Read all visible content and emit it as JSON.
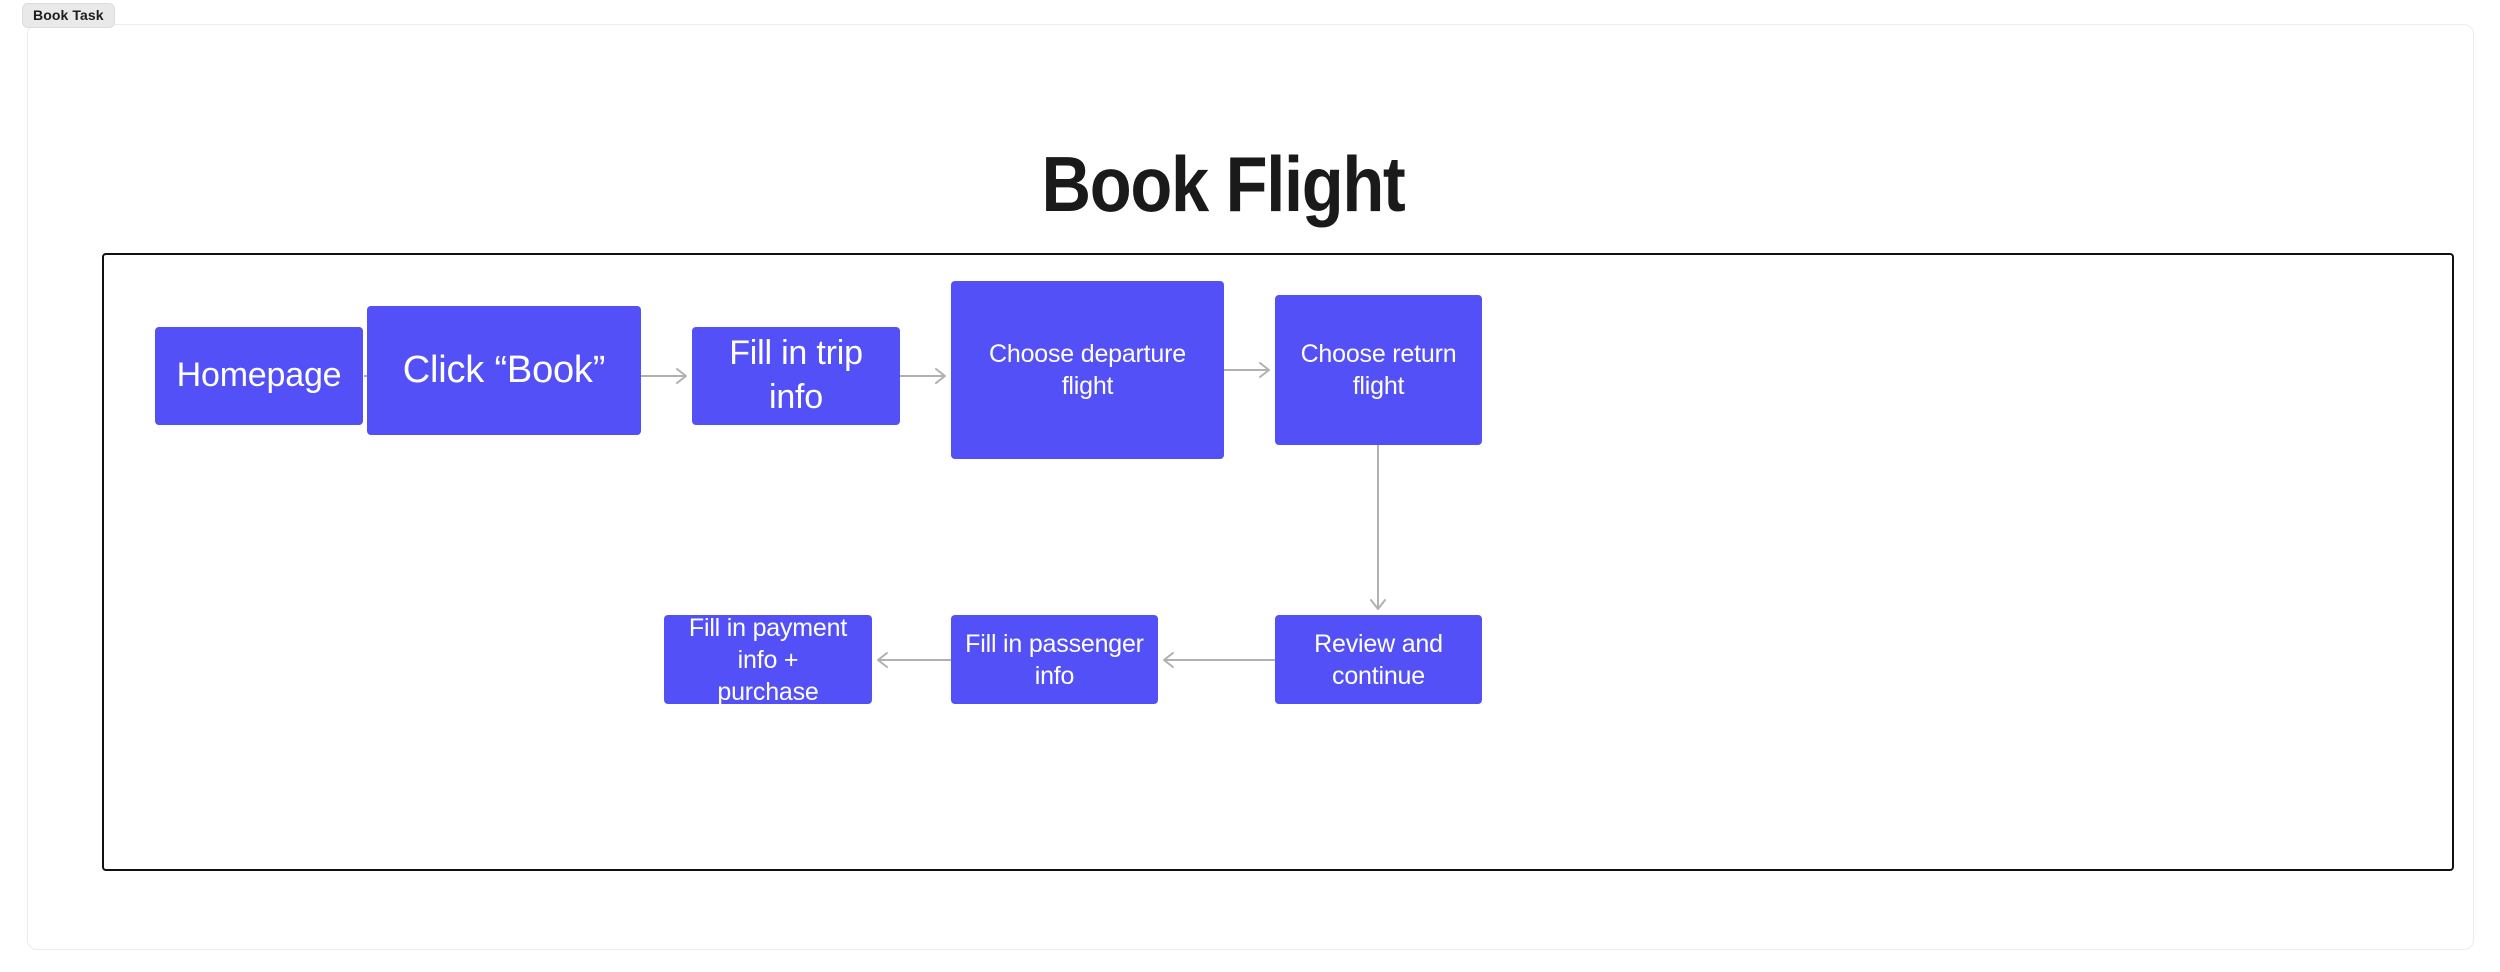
{
  "window": {
    "tab_label": "Book Task"
  },
  "diagram": {
    "title": "Book Flight",
    "accent_color": "#5350f7",
    "edge_color": "#b1b1b1",
    "canvas_border_color": "#111111",
    "node_text_color": "#ffffff",
    "nodes": [
      {
        "id": "homepage",
        "label": "Homepage"
      },
      {
        "id": "click-book",
        "label": "Click “Book”"
      },
      {
        "id": "trip-info",
        "label": "Fill in trip info"
      },
      {
        "id": "departure",
        "label": "Choose departure flight"
      },
      {
        "id": "return",
        "label": "Choose return flight"
      },
      {
        "id": "review",
        "label": "Review and continue"
      },
      {
        "id": "passenger",
        "label": "Fill in passenger info"
      },
      {
        "id": "payment",
        "label": "Fill in payment info +\npurchase"
      }
    ],
    "edges": [
      {
        "from": "homepage",
        "to": "click-book",
        "direction": "right"
      },
      {
        "from": "click-book",
        "to": "trip-info",
        "direction": "right"
      },
      {
        "from": "trip-info",
        "to": "departure",
        "direction": "right"
      },
      {
        "from": "departure",
        "to": "return",
        "direction": "right"
      },
      {
        "from": "return",
        "to": "review",
        "direction": "down"
      },
      {
        "from": "review",
        "to": "passenger",
        "direction": "left"
      },
      {
        "from": "passenger",
        "to": "payment",
        "direction": "left"
      }
    ]
  }
}
